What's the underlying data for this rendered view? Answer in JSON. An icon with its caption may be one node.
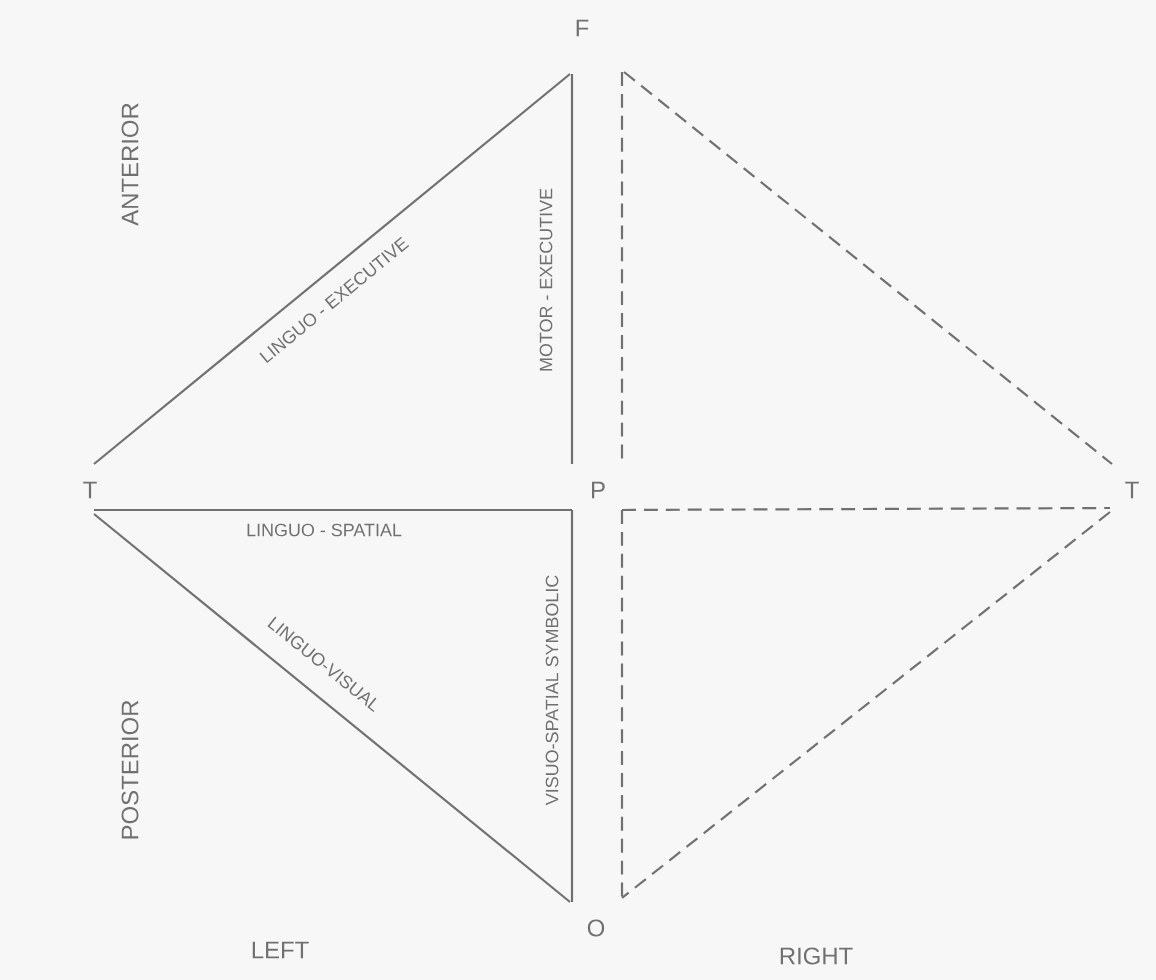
{
  "diagram": {
    "nodes": [
      {
        "text": [
          "F"
        ]
      },
      {
        "text": [
          "T"
        ]
      },
      {
        "text": [
          "P"
        ]
      },
      {
        "text": [
          "T"
        ]
      },
      {
        "text": [
          "O"
        ]
      }
    ],
    "edges": [
      {
        "from": 1,
        "to": 0,
        "arrow": "none",
        "label": "LINGUO - EXECUTIVE"
      },
      {
        "from": 0,
        "to": 2,
        "arrow": "none",
        "label": "MOTOR - EXECUTIVE"
      },
      {
        "from": 1,
        "to": 2,
        "arrow": "none",
        "label": "LINGUO - SPATIAL"
      },
      {
        "from": 1,
        "to": 4,
        "arrow": "none",
        "label": "LINGUO-VISUAL"
      },
      {
        "from": 2,
        "to": 4,
        "arrow": "none",
        "label": "VISUO-SPATIAL SYMBOLIC"
      },
      {
        "from": 0,
        "to": 3,
        "arrow": "none",
        "style": "dashed"
      },
      {
        "from": 0,
        "to": 2,
        "arrow": "none",
        "style": "dashed"
      },
      {
        "from": 2,
        "to": 3,
        "arrow": "none",
        "style": "dashed"
      },
      {
        "from": 3,
        "to": 4,
        "arrow": "none",
        "style": "dashed"
      },
      {
        "from": 2,
        "to": 4,
        "arrow": "none",
        "style": "dashed"
      }
    ],
    "labels": [
      "ANTERIOR",
      "POSTERIOR",
      "LEFT",
      "RIGHT"
    ]
  }
}
